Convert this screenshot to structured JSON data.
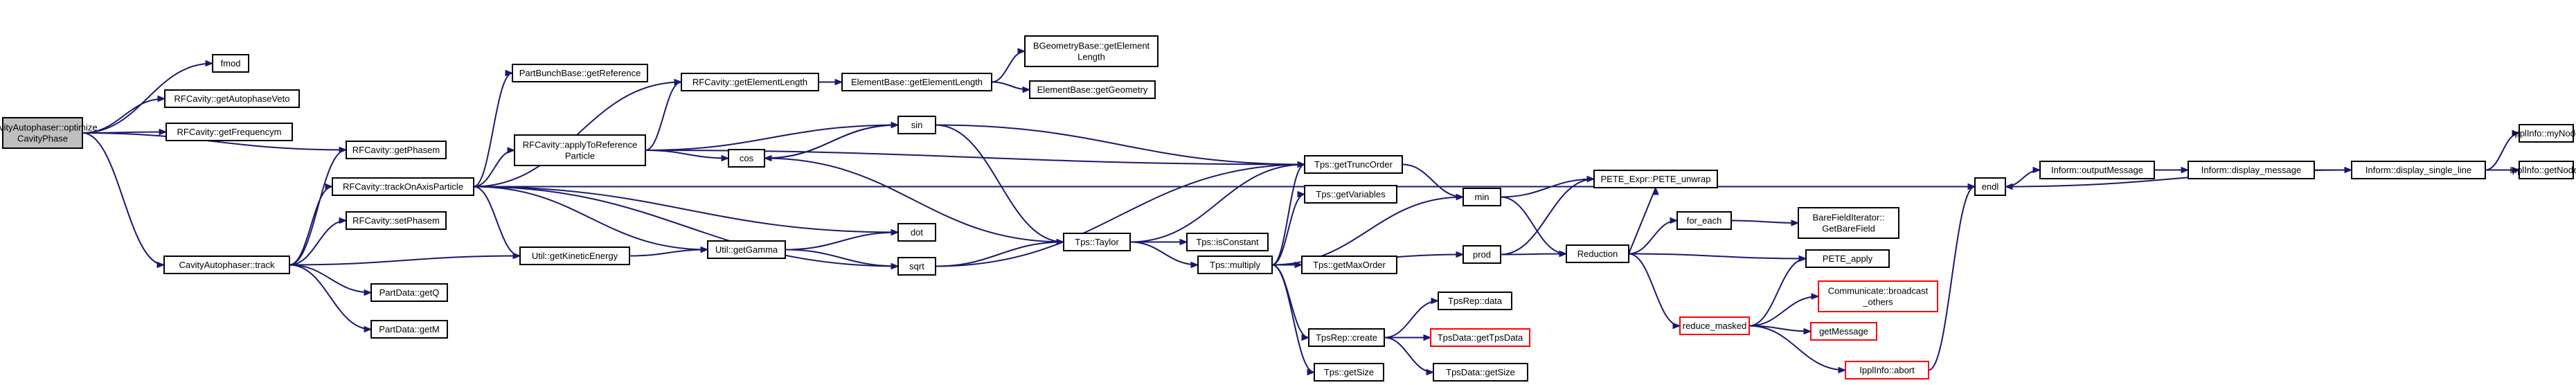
{
  "colors": {
    "edge": "#191970",
    "node_border": "#000000",
    "node_border_truncated": "#ff0000",
    "root_fill": "#bfbfbf",
    "node_fill": "#ffffff"
  },
  "nodes": [
    {
      "id": "root",
      "lines": [
        "CavityAutophaser::optimize",
        "CavityPhase"
      ],
      "root": true
    },
    {
      "id": "fmod",
      "lines": [
        "fmod"
      ]
    },
    {
      "id": "getAutophaseVeto",
      "lines": [
        "RFCavity::getAutophaseVeto"
      ]
    },
    {
      "id": "getFrequencym",
      "lines": [
        "RFCavity::getFrequencym"
      ]
    },
    {
      "id": "getPhasem",
      "lines": [
        "RFCavity::getPhasem"
      ]
    },
    {
      "id": "track",
      "lines": [
        "CavityAutophaser::track"
      ]
    },
    {
      "id": "trackOnAxis",
      "lines": [
        "RFCavity::trackOnAxisParticle"
      ]
    },
    {
      "id": "setPhasem",
      "lines": [
        "RFCavity::setPhasem"
      ]
    },
    {
      "id": "getKinetic",
      "lines": [
        "Util::getKineticEnergy"
      ]
    },
    {
      "id": "getQ",
      "lines": [
        "PartData::getQ"
      ]
    },
    {
      "id": "getM",
      "lines": [
        "PartData::getM"
      ]
    },
    {
      "id": "getReference",
      "lines": [
        "PartBunchBase::getReference"
      ]
    },
    {
      "id": "applyToRef",
      "lines": [
        "RFCavity::applyToReference",
        "Particle"
      ]
    },
    {
      "id": "rfGetElemLen",
      "lines": [
        "RFCavity::getElementLength"
      ]
    },
    {
      "id": "elemGetElemLen",
      "lines": [
        "ElementBase::getElementLength"
      ]
    },
    {
      "id": "bgeomGetElemLen",
      "lines": [
        "BGeometryBase::getElement",
        "Length"
      ]
    },
    {
      "id": "elemGetGeom",
      "lines": [
        "ElementBase::getGeometry"
      ]
    },
    {
      "id": "sin",
      "lines": [
        "sin"
      ]
    },
    {
      "id": "cos",
      "lines": [
        "cos"
      ]
    },
    {
      "id": "dot",
      "lines": [
        "dot"
      ]
    },
    {
      "id": "getGamma",
      "lines": [
        "Util::getGamma"
      ]
    },
    {
      "id": "sqrt",
      "lines": [
        "sqrt"
      ]
    },
    {
      "id": "taylor",
      "lines": [
        "Tps::Taylor"
      ]
    },
    {
      "id": "isConstant",
      "lines": [
        "Tps::isConstant"
      ]
    },
    {
      "id": "getTruncOrder",
      "lines": [
        "Tps::getTruncOrder"
      ]
    },
    {
      "id": "getVariables",
      "lines": [
        "Tps::getVariables"
      ]
    },
    {
      "id": "multiply",
      "lines": [
        "Tps::multiply"
      ]
    },
    {
      "id": "getMaxOrder",
      "lines": [
        "Tps::getMaxOrder"
      ]
    },
    {
      "id": "tpsrepCreate",
      "lines": [
        "TpsRep::create"
      ]
    },
    {
      "id": "tpsrepData",
      "lines": [
        "TpsRep::data"
      ]
    },
    {
      "id": "getTpsData",
      "lines": [
        "TpsData::getTpsData"
      ],
      "truncated": true
    },
    {
      "id": "tpsdataGetSize",
      "lines": [
        "TpsData::getSize"
      ]
    },
    {
      "id": "tpsGetSize",
      "lines": [
        "Tps::getSize"
      ]
    },
    {
      "id": "min",
      "lines": [
        "min"
      ]
    },
    {
      "id": "prod",
      "lines": [
        "prod"
      ]
    },
    {
      "id": "peteUnwrap",
      "lines": [
        "PETE_Expr::PETE_unwrap"
      ]
    },
    {
      "id": "reduction",
      "lines": [
        "Reduction"
      ]
    },
    {
      "id": "forEach",
      "lines": [
        "for_each"
      ]
    },
    {
      "id": "bareField",
      "lines": [
        "BareFieldIterator::",
        "GetBareField"
      ]
    },
    {
      "id": "peteApply",
      "lines": [
        "PETE_apply"
      ]
    },
    {
      "id": "reduceMasked",
      "lines": [
        "reduce_masked"
      ],
      "truncated": true
    },
    {
      "id": "broadcastOthers",
      "lines": [
        "Communicate::broadcast",
        "_others"
      ],
      "truncated": true
    },
    {
      "id": "getMessage",
      "lines": [
        "getMessage"
      ],
      "truncated": true
    },
    {
      "id": "abort",
      "lines": [
        "IpplInfo::abort"
      ],
      "truncated": true
    },
    {
      "id": "endl",
      "lines": [
        "endl"
      ]
    },
    {
      "id": "outputMessage",
      "lines": [
        "Inform::outputMessage"
      ]
    },
    {
      "id": "displayMessage",
      "lines": [
        "Inform::display_message"
      ]
    },
    {
      "id": "displaySingleLine",
      "lines": [
        "Inform::display_single_line"
      ]
    },
    {
      "id": "myNode",
      "lines": [
        "IpplInfo::myNode"
      ]
    },
    {
      "id": "getNodes",
      "lines": [
        "IpplInfo::getNodes"
      ]
    }
  ]
}
